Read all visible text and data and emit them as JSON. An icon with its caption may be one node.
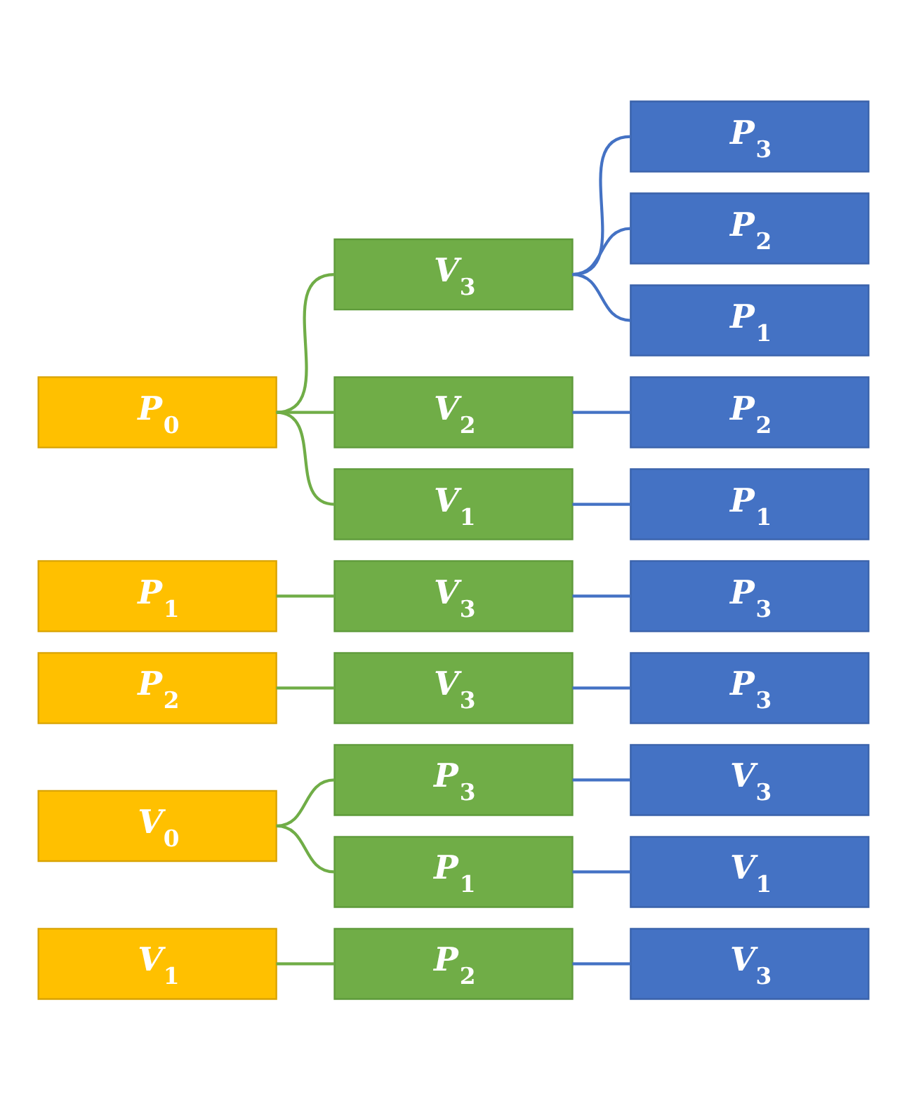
{
  "diagram": {
    "nodes": [
      {
        "text": [
          "P$_{0}$"
        ]
      },
      {
        "text": [
          "V$_{1}$"
        ]
      },
      {
        "text": [
          "P$_{1}$"
        ]
      },
      {
        "text": [
          "V$_{2}$"
        ]
      },
      {
        "text": [
          "P$_{2}$"
        ]
      },
      {
        "text": [
          "V$_{3}$"
        ]
      },
      {
        "text": [
          "P$_{1}$"
        ]
      },
      {
        "text": [
          "P$_{2}$"
        ]
      },
      {
        "text": [
          "P$_{3}$"
        ]
      },
      {
        "text": [
          "P$_{1}$"
        ]
      },
      {
        "text": [
          "V$_{3}$"
        ]
      },
      {
        "text": [
          "P$_{3}$"
        ]
      },
      {
        "text": [
          "P$_{2}$"
        ]
      },
      {
        "text": [
          "V$_{3}$"
        ]
      },
      {
        "text": [
          "P$_{3}$"
        ]
      },
      {
        "text": [
          "V$_{0}$"
        ]
      },
      {
        "text": [
          "P$_{1}$"
        ]
      },
      {
        "text": [
          "V$_{1}$"
        ]
      },
      {
        "text": [
          "P$_{3}$"
        ]
      },
      {
        "text": [
          "V$_{3}$"
        ]
      },
      {
        "text": [
          "V$_{1}$"
        ]
      },
      {
        "text": [
          "P$_{2}$"
        ]
      },
      {
        "text": [
          "V$_{3}$"
        ]
      }
    ],
    "edges": [
      {
        "from": 0,
        "to": 1,
        "arrow": "none",
        "color": "#70ad47"
      },
      {
        "from": 1,
        "to": 2,
        "arrow": "none"
      },
      {
        "from": 0,
        "to": 3,
        "arrow": "none",
        "color": "#70ad47"
      },
      {
        "from": 3,
        "to": 4,
        "arrow": "none"
      },
      {
        "from": 0,
        "to": 5,
        "arrow": "none",
        "color": "#70ad47"
      },
      {
        "from": 5,
        "to": 6,
        "arrow": "none"
      },
      {
        "from": 5,
        "to": 7,
        "arrow": "none"
      },
      {
        "from": 5,
        "to": 8,
        "arrow": "none"
      },
      {
        "from": 9,
        "to": 10,
        "arrow": "none",
        "color": "#70ad47"
      },
      {
        "from": 10,
        "to": 11,
        "arrow": "none"
      },
      {
        "from": 12,
        "to": 13,
        "arrow": "none",
        "color": "#70ad47"
      },
      {
        "from": 13,
        "to": 14,
        "arrow": "none"
      },
      {
        "from": 15,
        "to": 16,
        "arrow": "none",
        "color": "#70ad47"
      },
      {
        "from": 16,
        "to": 17,
        "arrow": "none"
      },
      {
        "from": 15,
        "to": 18,
        "arrow": "none",
        "color": "#70ad47"
      },
      {
        "from": 18,
        "to": 19,
        "arrow": "none"
      },
      {
        "from": 20,
        "to": 21,
        "arrow": "none",
        "color": "#70ad47"
      },
      {
        "from": 21,
        "to": 22,
        "arrow": "none"
      }
    ]
  }
}
